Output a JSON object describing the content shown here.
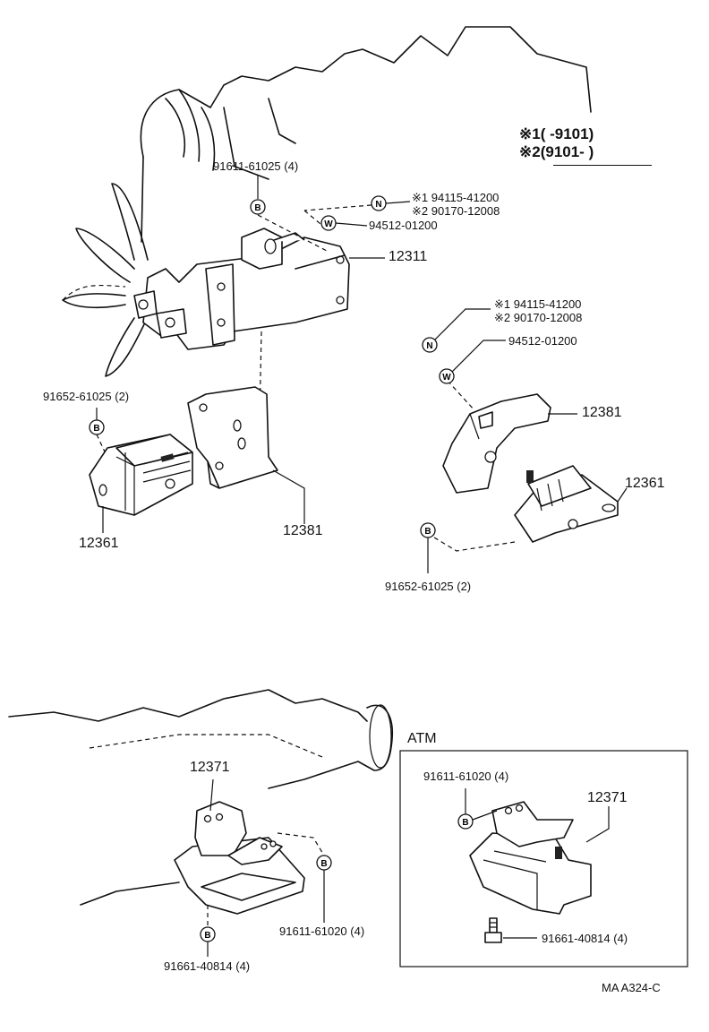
{
  "legend": {
    "note1": "※1(      -9101)",
    "note2": "※2(9101-        )"
  },
  "markers": {
    "bolt": "B",
    "nut": "N",
    "washer": "W"
  },
  "engine_mount": {
    "rh": {
      "bolt_label": "91611-61025 (4)",
      "nut_line1": "※1 94115-41200",
      "nut_line2": "※2 90170-12008",
      "washer_label": "94512-01200",
      "bracket_label": "12311",
      "lower_bolt_label": "91652-61025 (2)",
      "insulator_label": "12361",
      "plate_label": "12381"
    },
    "lh": {
      "nut_line1": "※1 94115-41200",
      "nut_line2": "※2 90170-12008",
      "washer_label": "94512-01200",
      "plate_label": "12381",
      "insulator_label": "12361",
      "bolt_label": "91652-61025 (2)"
    }
  },
  "rear_mount": {
    "insulator_label": "12371",
    "upper_bolt_label": "91611-61020 (4)",
    "lower_bolt_label": "91661-40814 (4)"
  },
  "atm": {
    "title": "ATM",
    "upper_bolt_label": "91611-61020 (4)",
    "insulator_label": "12371",
    "lower_bolt_label": "91661-40814 (4)"
  },
  "figure_code": "MA  A324-C"
}
